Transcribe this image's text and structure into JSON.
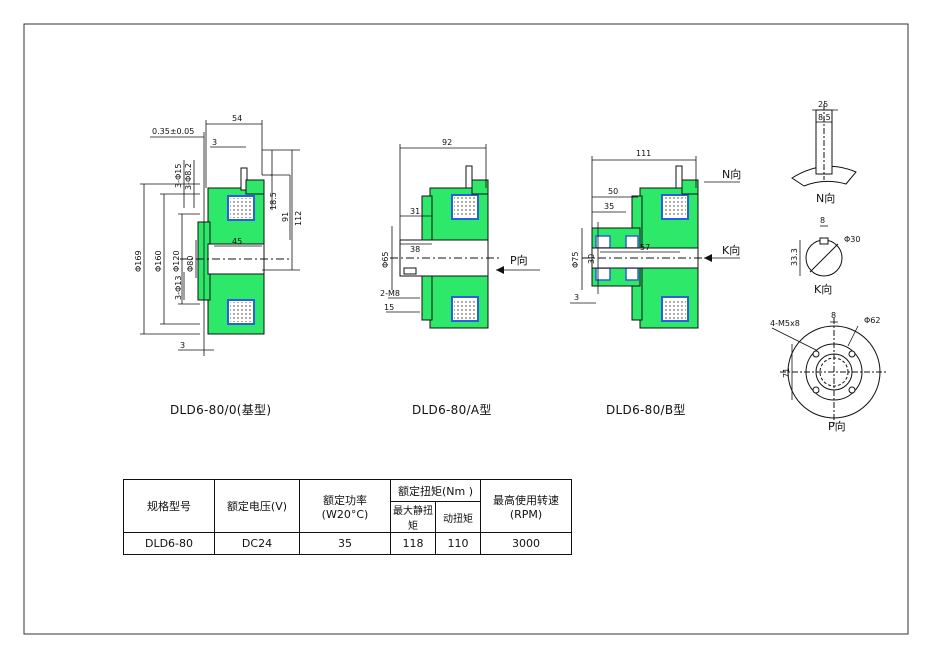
{
  "views": {
    "base": {
      "caption": "DLD6-80/0(基型)",
      "dims": [
        "54",
        "0.35±0.05",
        "3",
        "3-Φ15",
        "3-Φ8.2",
        "18.5",
        "91",
        "112",
        "45",
        "Φ169",
        "Φ160",
        "Φ120",
        "Φ80",
        "3-Φ13",
        "3"
      ]
    },
    "a": {
      "caption": "DLD6-80/A型",
      "dims": [
        "92",
        "31",
        "Φ65",
        "38",
        "2-M8",
        "15"
      ],
      "arrow": "P向"
    },
    "b": {
      "caption": "DLD6-80/B型",
      "dims": [
        "111",
        "50",
        "35",
        "30",
        "57",
        "Φ75",
        "3"
      ],
      "arrow_n": "N向",
      "arrow_k": "K向"
    },
    "n_view": {
      "dims": [
        "25",
        "8.5"
      ],
      "label": "N向"
    },
    "k_view": {
      "dims": [
        "8",
        "33.3",
        "Φ30"
      ],
      "label": "K向"
    },
    "p_view": {
      "dims": [
        "4-M5x8",
        "8",
        "Φ62",
        "71"
      ],
      "label": "P向"
    }
  },
  "spec_table": {
    "h_model": "规格型号",
    "h_voltage": "额定电压(V)",
    "h_power": "额定功率(W20°C)",
    "h_torque": "额定扭矩(Nm )",
    "h_static": "最大静扭矩",
    "h_dynamic": "动扭矩",
    "h_speed": "最高使用转速(RPM)",
    "model": "DLD6-80",
    "voltage": "DC24",
    "power": "35",
    "static": "118",
    "dynamic": "110",
    "speed": "3000"
  },
  "colors": {
    "body": "#2ee86a",
    "coil": "#2c5fe0",
    "line": "#111111",
    "frame": "#333333"
  }
}
